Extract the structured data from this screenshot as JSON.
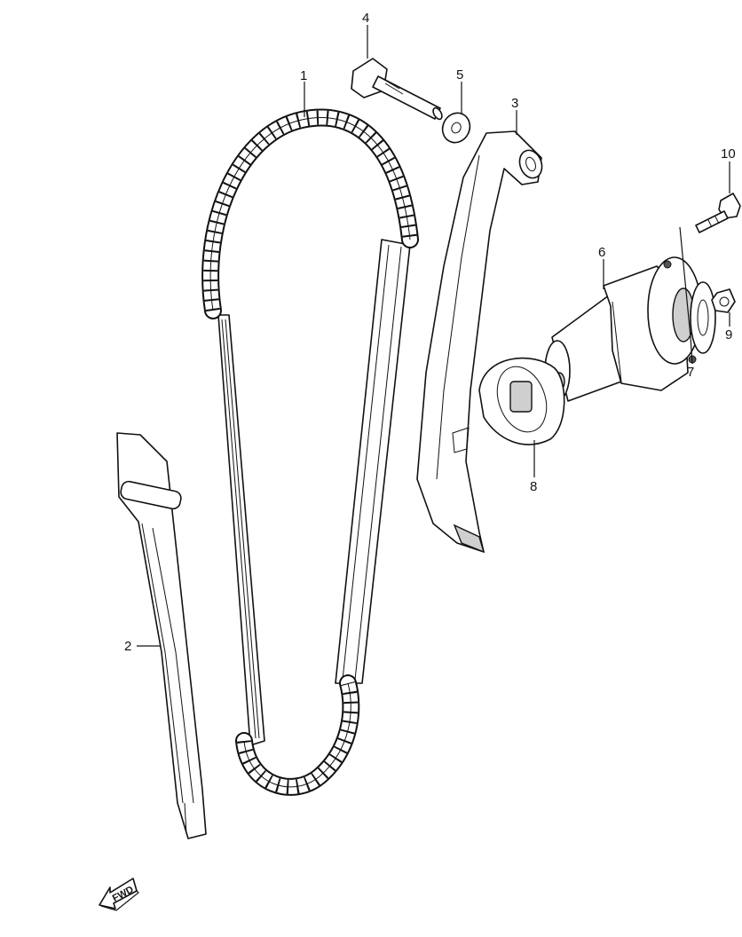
{
  "callouts": [
    {
      "id": "1",
      "text": "1"
    },
    {
      "id": "2",
      "text": "2"
    },
    {
      "id": "3",
      "text": "3"
    },
    {
      "id": "4",
      "text": "4"
    },
    {
      "id": "5",
      "text": "5"
    },
    {
      "id": "6",
      "text": "6"
    },
    {
      "id": "7",
      "text": "7"
    },
    {
      "id": "8",
      "text": "8"
    },
    {
      "id": "9",
      "text": "9"
    },
    {
      "id": "10",
      "text": "10"
    }
  ],
  "direction_badge": {
    "text": "FWD"
  }
}
